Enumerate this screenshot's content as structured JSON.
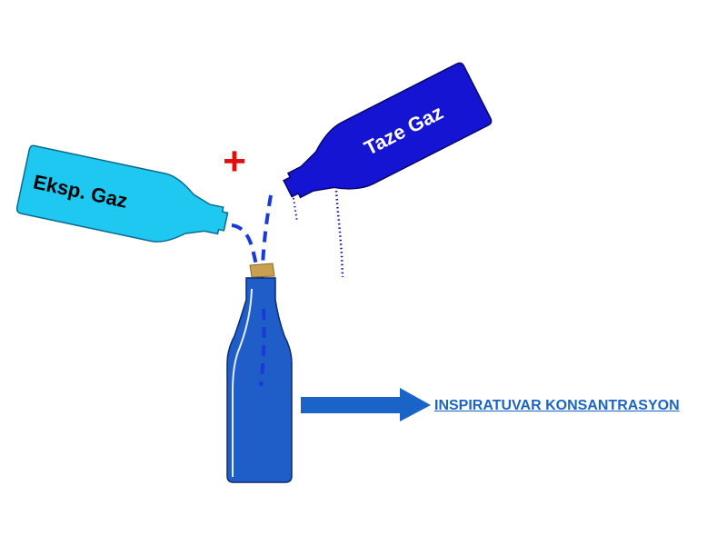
{
  "exp_bottle": {
    "label": "Eksp. Gaz",
    "color": "#1ec8f0"
  },
  "fresh_bottle": {
    "label": "Taze Gaz",
    "color": "#1414d2"
  },
  "plus_sign": {
    "symbol": "+",
    "color": "#e01010"
  },
  "mix_bottle": {
    "color": "#1f5ec8",
    "cork_color": "#c8a050"
  },
  "stream_color": "#1a3ad8",
  "arrow": {
    "color": "#1a64c8"
  },
  "result": {
    "label": "INSPIRATUVAR KONSANTRASYON"
  }
}
